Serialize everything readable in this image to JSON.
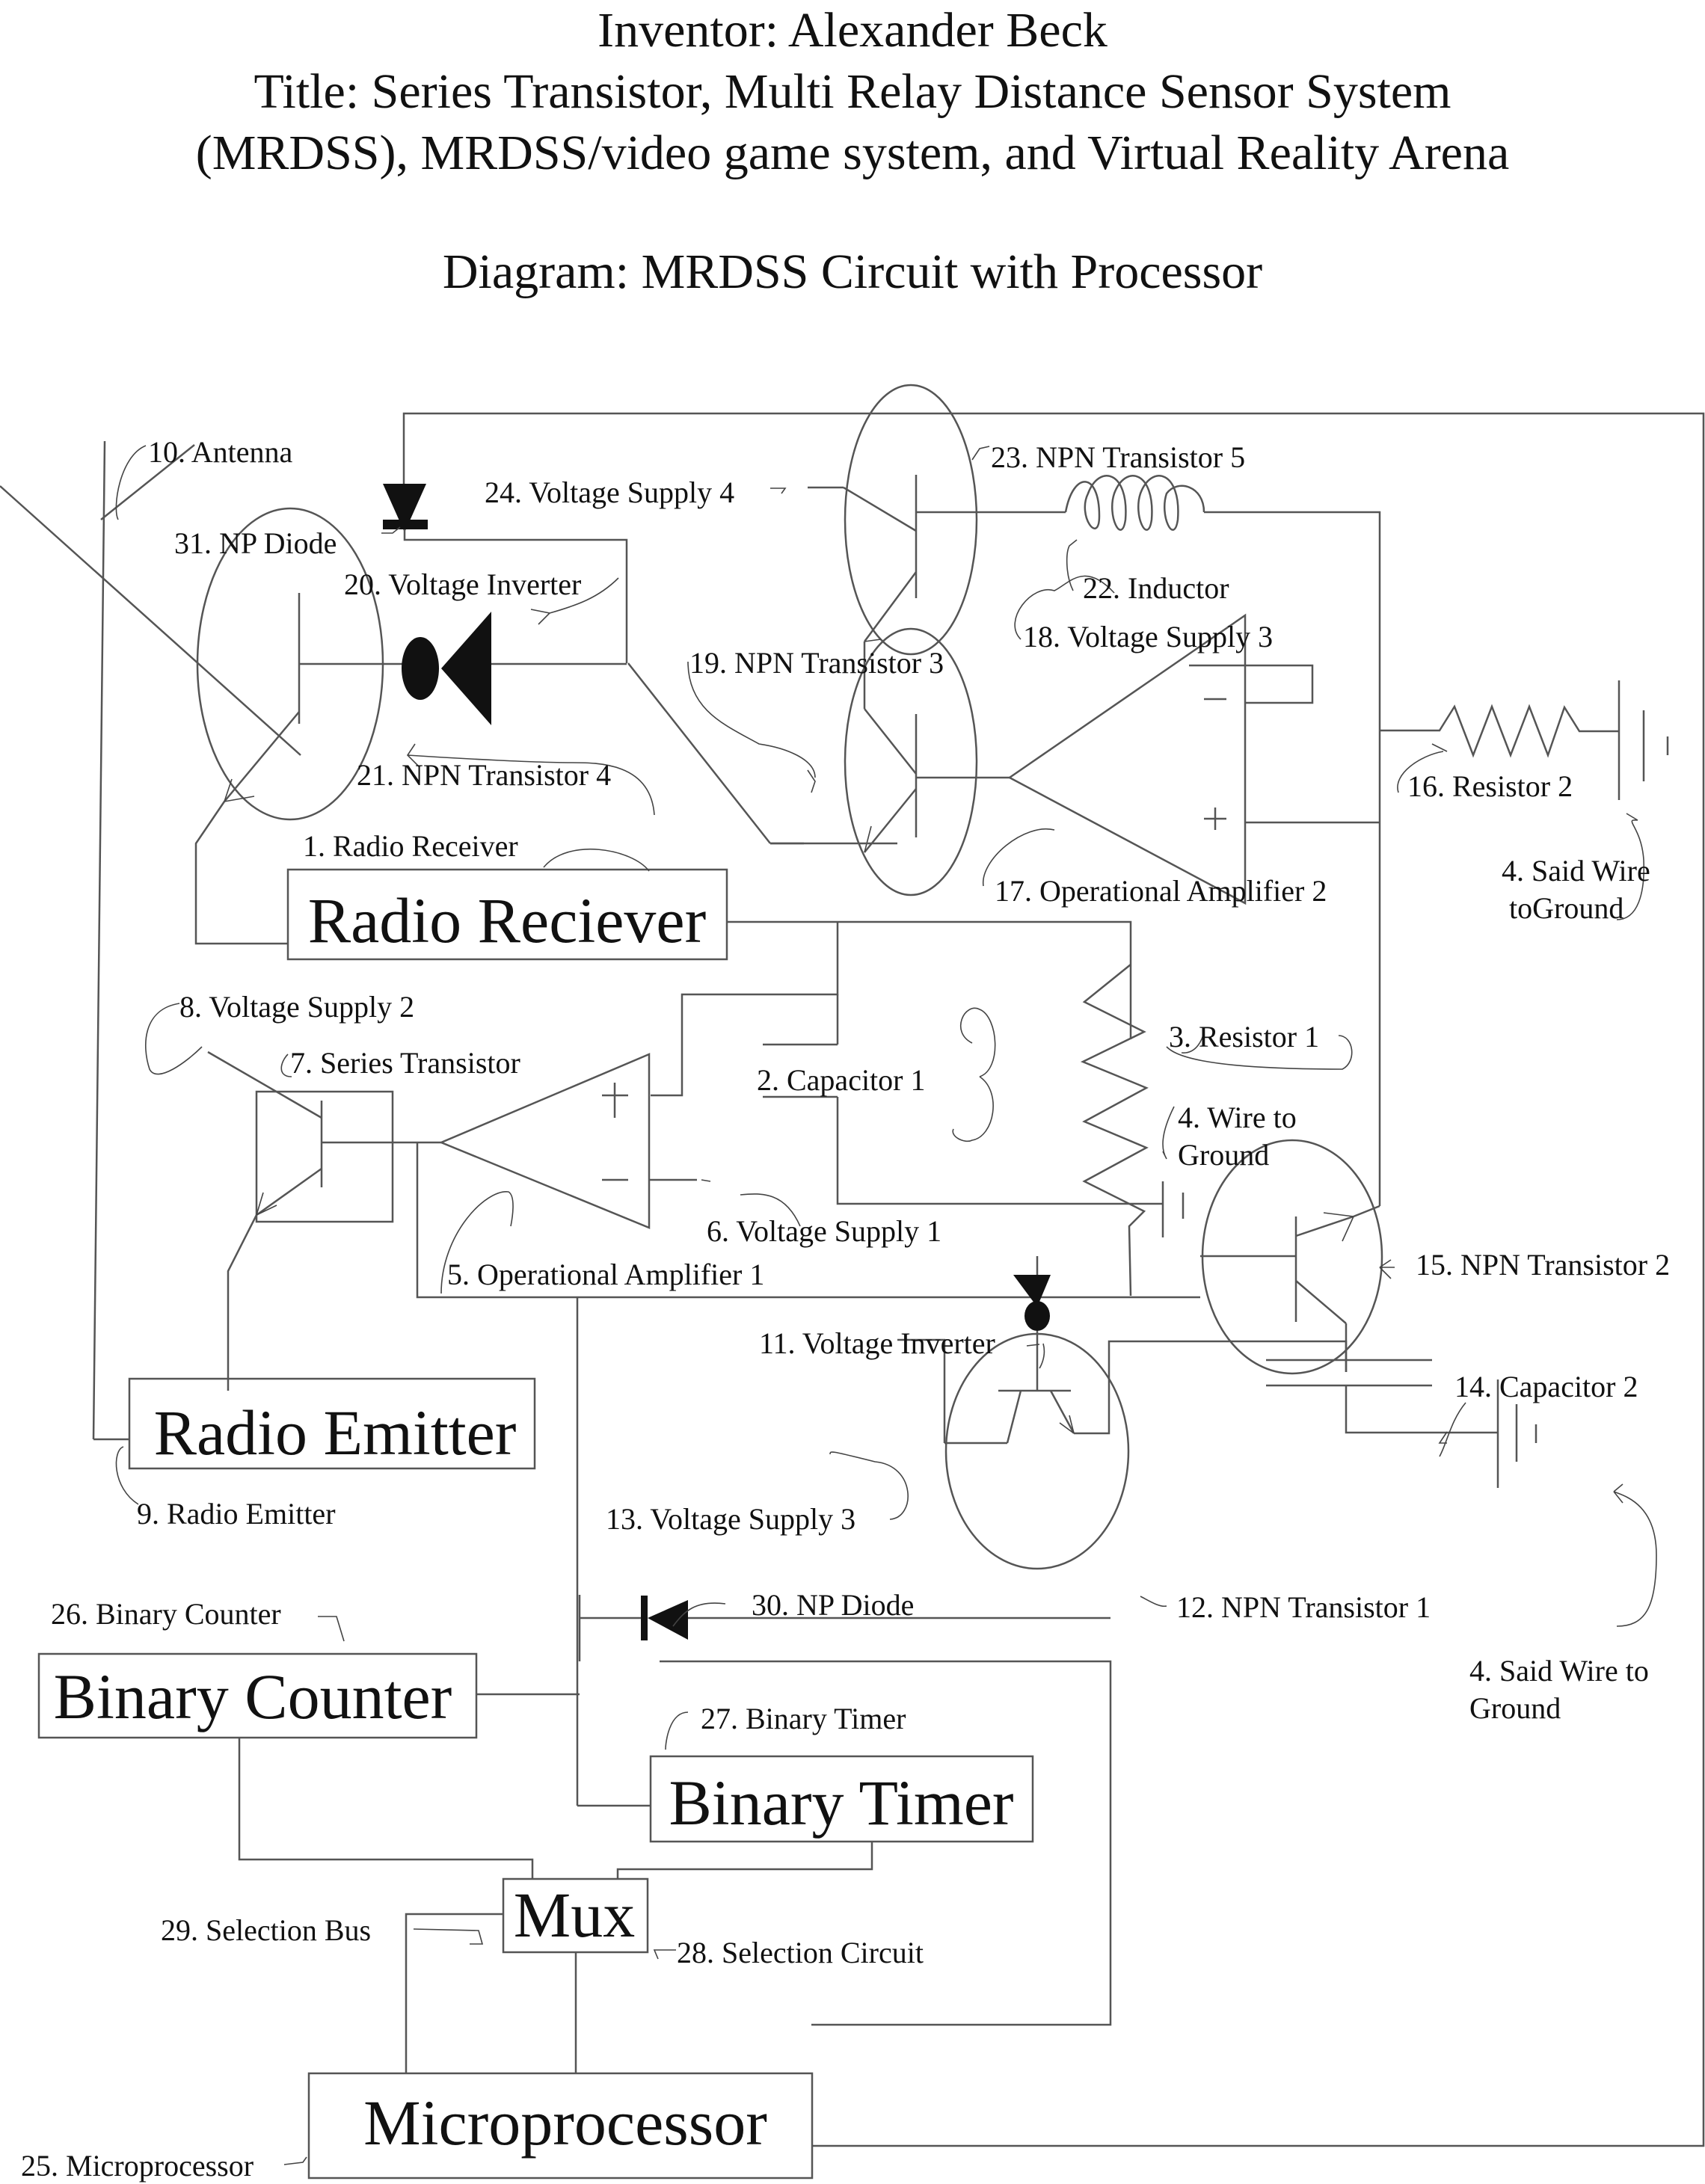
{
  "header": {
    "inventor": "Inventor: Alexander Beck",
    "title_line1": "Title: Series Transistor, Multi Relay Distance Sensor System",
    "title_line2": "(MRDSS), MRDSS/video game system, and Virtual Reality Arena",
    "diagram": "Diagram: MRDSS Circuit with Processor"
  },
  "blocks": {
    "radio_receiver": "Radio Reciever",
    "radio_emitter": "Radio Emitter",
    "binary_counter": "Binary Counter",
    "binary_timer": "Binary Timer",
    "mux": "Mux",
    "microprocessor": "Microprocessor"
  },
  "op_amp_signs": {
    "plus": "+",
    "minus": "−"
  },
  "labels": {
    "l1": "1. Radio Receiver",
    "l2": "2. Capacitor 1",
    "l3": "3. Resistor 1",
    "l4a": "4. Wire to",
    "l4b": "Ground",
    "l4c": "4. Said Wire",
    "l4d": "toGround",
    "l4e": "4. Said Wire to",
    "l4f": "Ground",
    "l5": "5. Operational Amplifier 1",
    "l6": "6. Voltage Supply 1",
    "l7": "7. Series Transistor",
    "l8": "8. Voltage Supply 2",
    "l9": "9. Radio Emitter",
    "l10": "10. Antenna",
    "l11": "11. Voltage Inverter",
    "l12": "12. NPN Transistor 1",
    "l13": "13. Voltage Supply 3",
    "l14": "14. Capacitor 2",
    "l15": "15. NPN Transistor 2",
    "l16": "16. Resistor 2",
    "l17": "17. Operational Amplifier 2",
    "l18": "18. Voltage Supply 3",
    "l19": "19. NPN Transistor 3",
    "l20": "20. Voltage Inverter",
    "l21": "21. NPN Transistor 4",
    "l22": "22. Inductor",
    "l23": "23. NPN Transistor 5",
    "l24": "24. Voltage Supply 4",
    "l25": "25. Microprocessor",
    "l26": "26. Binary Counter",
    "l27": "27. Binary Timer",
    "l28": "28. Selection Circuit",
    "l29": "29. Selection Bus",
    "l30": "30. NP Diode",
    "l31": "31. NP Diode"
  }
}
